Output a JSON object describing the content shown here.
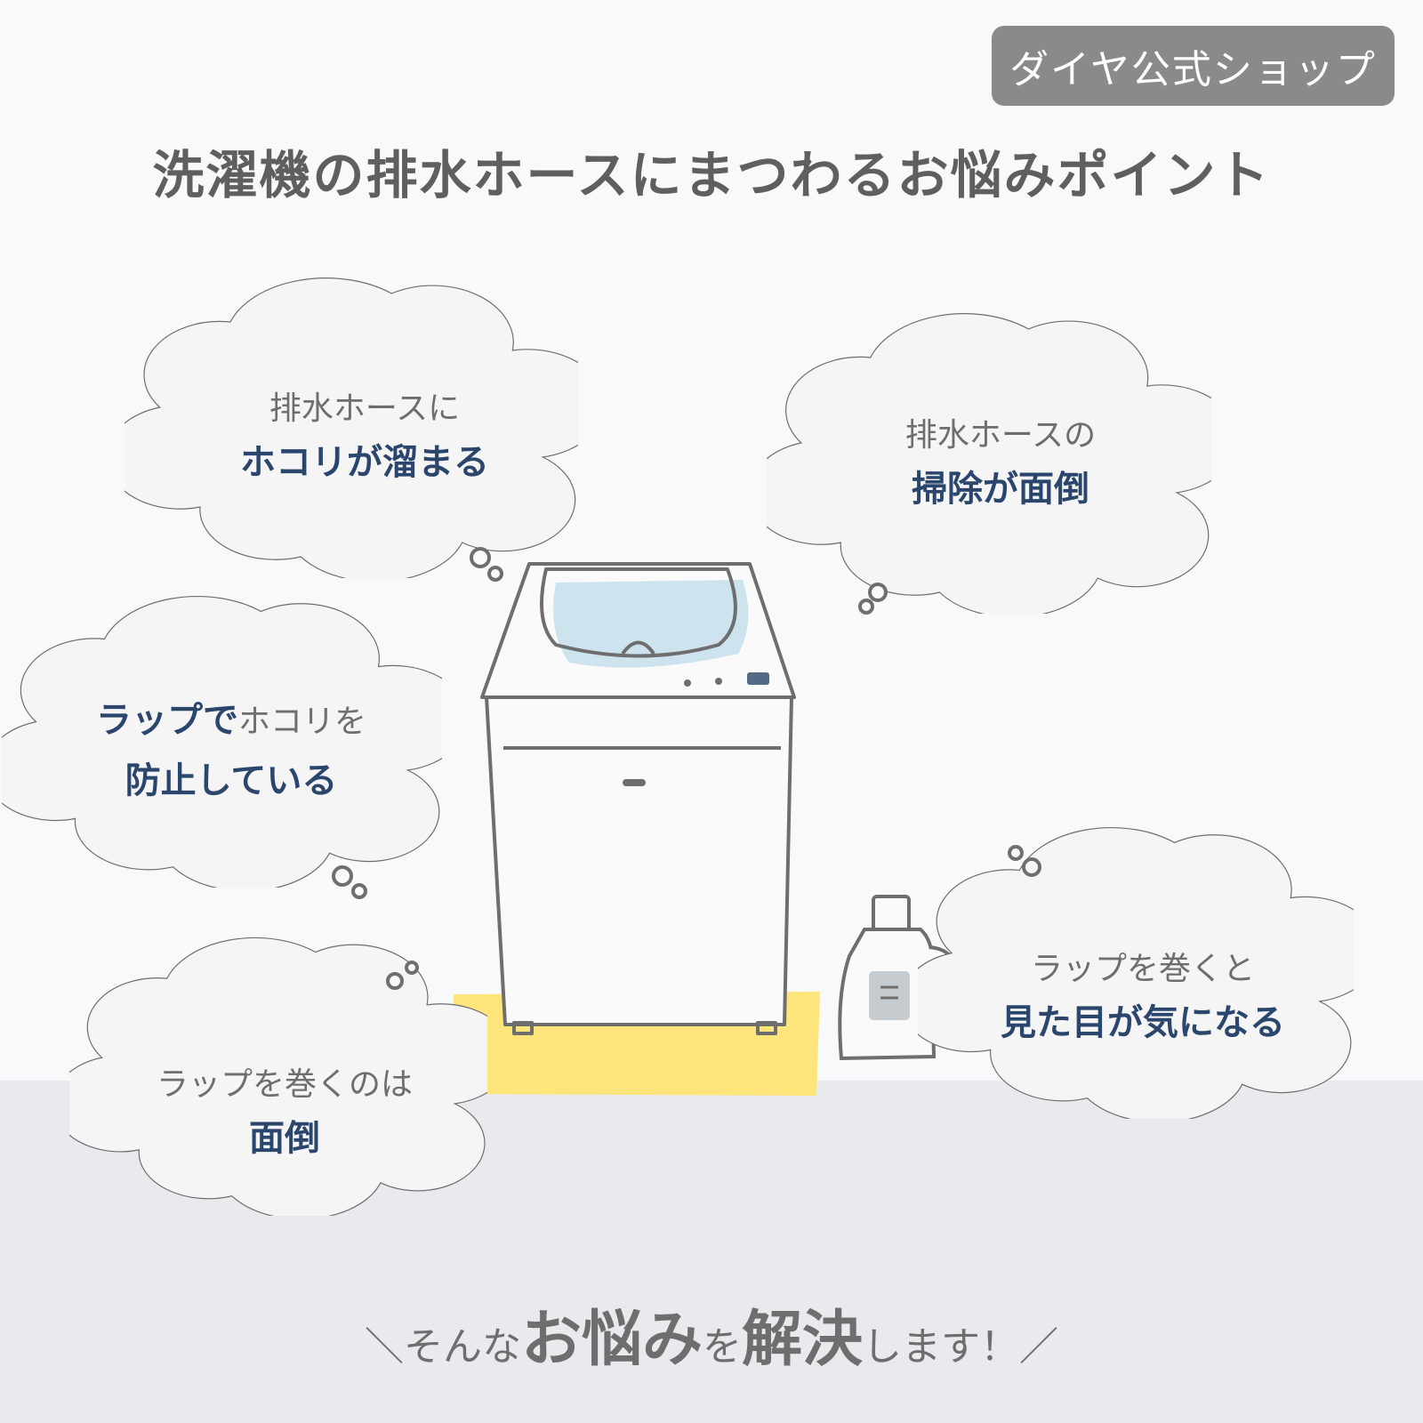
{
  "badge": "ダイヤ公式ショップ",
  "title": "洗濯機の排水ホースにまつわるお悩みポイント",
  "clouds": [
    {
      "line1": "排水ホースに",
      "line2": "ホコリが溜まる"
    },
    {
      "line1": "排水ホースの",
      "line2": "掃除が面倒"
    },
    {
      "line1_bold": "ラップで",
      "line1": "ホコリを",
      "line2": "防止している"
    },
    {
      "line1": "ラップを巻くのは",
      "line2": "面倒"
    },
    {
      "line1": "ラップを巻くと",
      "line2": "見た目が気になる"
    }
  ],
  "footer": {
    "open": "＼",
    "a": "そんな",
    "b": "お悩み",
    "c": "を",
    "d": "解決",
    "e": "します！",
    "close": "／"
  },
  "colors": {
    "accent": "#2b466d",
    "mat": "#fde57c",
    "water": "#cde3ee"
  }
}
